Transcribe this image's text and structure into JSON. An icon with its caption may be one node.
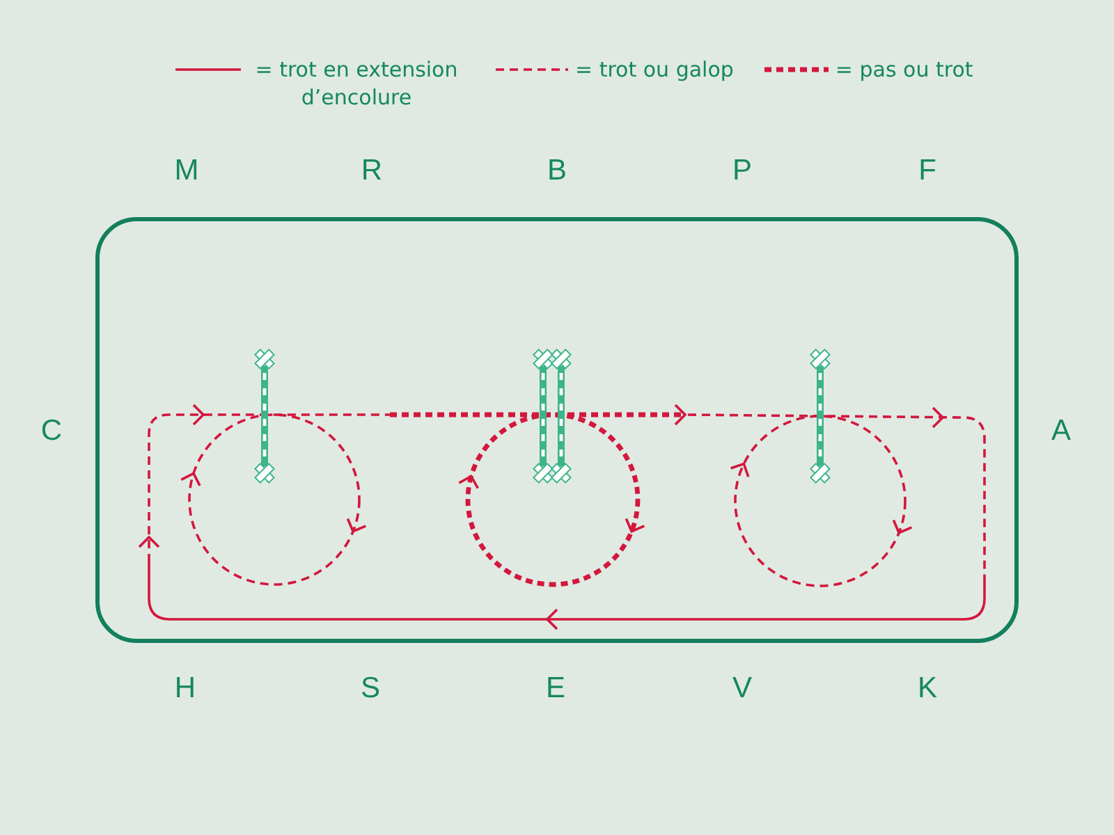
{
  "diagram": {
    "labels": [
      "M",
      "R",
      "B",
      "P",
      "F",
      "C",
      "A",
      "H",
      "S",
      "E",
      "V",
      "K"
    ],
    "legend": [
      {
        "text": "= trot en extension d’encolure"
      },
      {
        "text": "= trot ou galop"
      },
      {
        "text": "= pas ou trot"
      }
    ]
  }
}
